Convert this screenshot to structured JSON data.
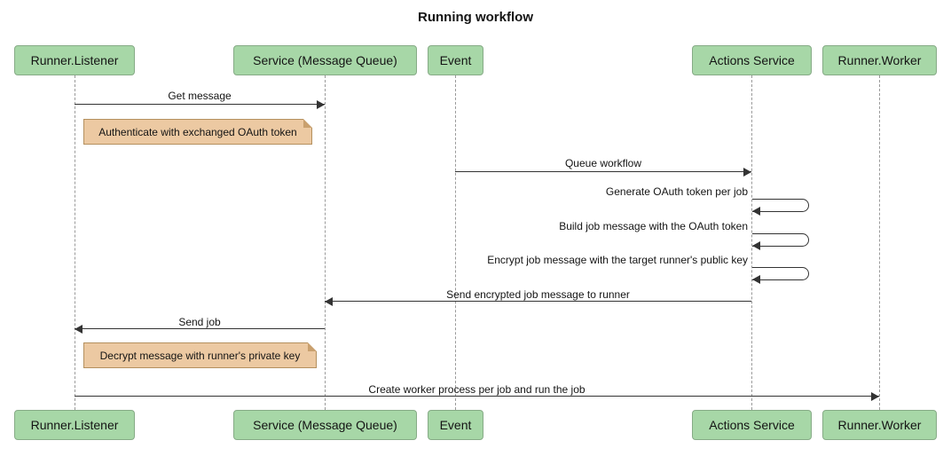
{
  "diagram": {
    "title": "Running workflow",
    "participants": [
      {
        "id": "runner-listener",
        "label": "Runner.Listener"
      },
      {
        "id": "service-message-queue",
        "label": "Service (Message Queue)"
      },
      {
        "id": "event",
        "label": "Event"
      },
      {
        "id": "actions-service",
        "label": "Actions Service"
      },
      {
        "id": "runner-worker",
        "label": "Runner.Worker"
      }
    ],
    "messages": [
      {
        "label": "Get message",
        "from": "Runner.Listener",
        "to": "Service (Message Queue)",
        "type": "solid-arrow"
      },
      {
        "label": "Queue workflow",
        "from": "Event",
        "to": "Actions Service",
        "type": "solid-arrow"
      },
      {
        "label": "Generate OAuth token per job",
        "from": "Actions Service",
        "to": "Actions Service",
        "type": "self"
      },
      {
        "label": "Build job message with the OAuth token",
        "from": "Actions Service",
        "to": "Actions Service",
        "type": "self"
      },
      {
        "label": "Encrypt job message with the target runner's public key",
        "from": "Actions Service",
        "to": "Actions Service",
        "type": "self"
      },
      {
        "label": "Send encrypted job message to runner",
        "from": "Actions Service",
        "to": "Service (Message Queue)",
        "type": "solid-arrow"
      },
      {
        "label": "Send job",
        "from": "Service (Message Queue)",
        "to": "Runner.Listener",
        "type": "solid-arrow"
      },
      {
        "label": "Create worker process per job and run the job",
        "from": "Runner.Listener",
        "to": "Runner.Worker",
        "type": "solid-arrow"
      }
    ],
    "notes": [
      {
        "text": "Authenticate with exchanged OAuth token",
        "over": "Runner.Listener"
      },
      {
        "text": "Decrypt message with runner's private key",
        "over": "Runner.Listener"
      }
    ],
    "colors": {
      "actor_fill": "#a7d7a7",
      "actor_border": "#86ab86",
      "note_fill": "#ecc9a2",
      "note_border": "#b4905e",
      "line": "#333333",
      "lifeline": "#9a9a9a"
    }
  }
}
